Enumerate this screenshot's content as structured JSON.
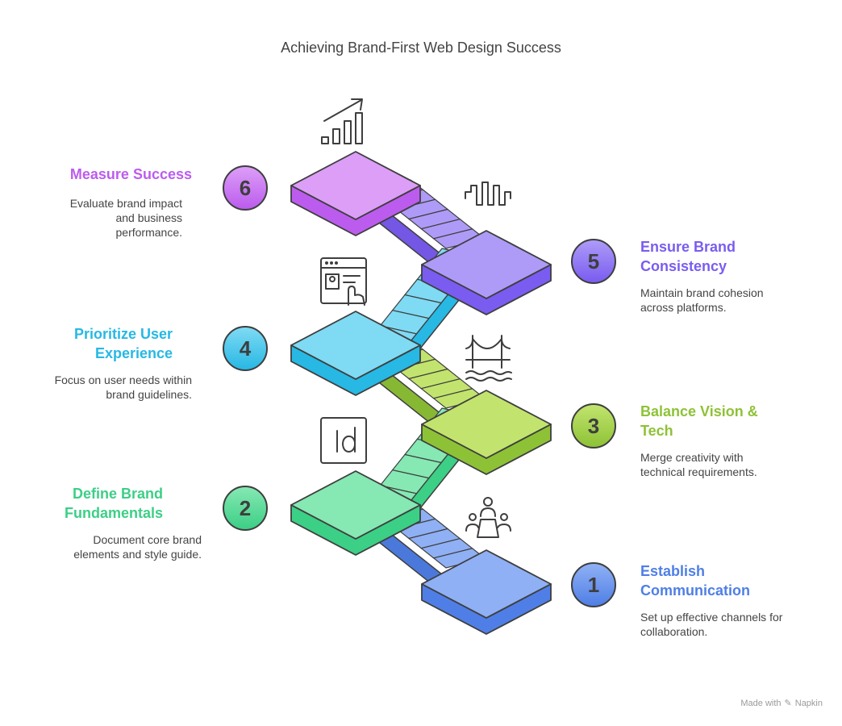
{
  "title": "Achieving Brand-First Web Design Success",
  "steps": [
    {
      "number": "1",
      "title": "Establish Communication",
      "description": "Set up effective channels for collaboration.",
      "color": "#4f7fe6",
      "light": "#8fb0f4",
      "icon": "meeting-table-icon"
    },
    {
      "number": "2",
      "title": "Define Brand Fundamentals",
      "description": "Document core brand elements and style guide.",
      "color": "#3ccf86",
      "light": "#86e8b3",
      "icon": "indesign-document-icon"
    },
    {
      "number": "3",
      "title": "Balance Vision & Tech",
      "description": "Merge creativity with technical requirements.",
      "color": "#8ec236",
      "light": "#c2e46e",
      "icon": "bridge-icon"
    },
    {
      "number": "4",
      "title": "Prioritize User Experience",
      "description": "Focus on user needs within brand guidelines.",
      "color": "#27b8e4",
      "light": "#7fdaf4",
      "icon": "browser-touch-icon"
    },
    {
      "number": "5",
      "title": "Ensure Brand Consistency",
      "description": "Maintain brand cohesion across platforms.",
      "color": "#7a5cf0",
      "light": "#ae9bf7",
      "icon": "waveform-icon"
    },
    {
      "number": "6",
      "title": "Measure Success",
      "description": "Evaluate brand impact and business performance.",
      "color": "#bc5cee",
      "light": "#dc9ef7",
      "icon": "growth-chart-icon"
    }
  ],
  "footer": {
    "prefix": "Made with",
    "brand": "Napkin"
  }
}
